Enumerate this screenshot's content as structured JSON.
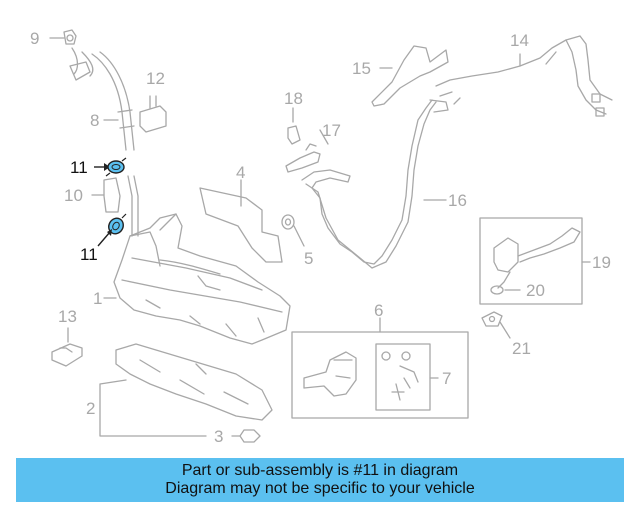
{
  "diagram": {
    "callouts": [
      {
        "id": "c9",
        "text": "9",
        "active": false
      },
      {
        "id": "c12",
        "text": "12",
        "active": false
      },
      {
        "id": "c8",
        "text": "8",
        "active": false
      },
      {
        "id": "c11a",
        "text": "11",
        "active": true
      },
      {
        "id": "c10",
        "text": "10",
        "active": false
      },
      {
        "id": "c11b",
        "text": "11",
        "active": true
      },
      {
        "id": "c4",
        "text": "4",
        "active": false
      },
      {
        "id": "c1",
        "text": "1",
        "active": false
      },
      {
        "id": "c13",
        "text": "13",
        "active": false
      },
      {
        "id": "c2",
        "text": "2",
        "active": false
      },
      {
        "id": "c3",
        "text": "3",
        "active": false
      },
      {
        "id": "c5",
        "text": "5",
        "active": false
      },
      {
        "id": "c6",
        "text": "6",
        "active": false
      },
      {
        "id": "c7",
        "text": "7",
        "active": false
      },
      {
        "id": "c15",
        "text": "15",
        "active": false
      },
      {
        "id": "c14",
        "text": "14",
        "active": false
      },
      {
        "id": "c18",
        "text": "18",
        "active": false
      },
      {
        "id": "c17",
        "text": "17",
        "active": false
      },
      {
        "id": "c16",
        "text": "16",
        "active": false
      },
      {
        "id": "c19",
        "text": "19",
        "active": false
      },
      {
        "id": "c20",
        "text": "20",
        "active": false
      },
      {
        "id": "c21",
        "text": "21",
        "active": false
      }
    ],
    "colors": {
      "line": "#a8a8a8",
      "highlight_fill": "#5bc0f0",
      "highlight_stroke": "#222222",
      "banner": "#5bc0f0"
    }
  },
  "caption": {
    "line1": "Part or sub-assembly is #11 in diagram",
    "line2": "Diagram may not be specific to your vehicle"
  }
}
